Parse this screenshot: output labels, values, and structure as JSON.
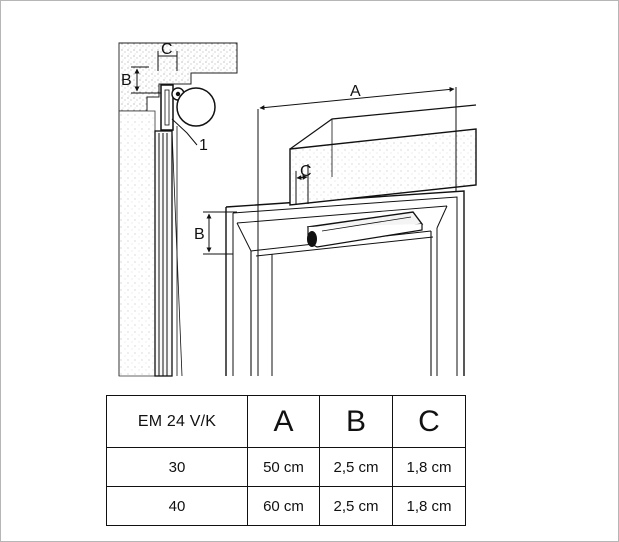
{
  "diagram": {
    "labels": {
      "a": "A",
      "b_side": "B",
      "c_side": "C",
      "part_number": "1",
      "b_front": "B",
      "c_front": "C"
    }
  },
  "table": {
    "header": {
      "model": "EM 24 V/K",
      "a": "A",
      "b": "B",
      "c": "C"
    },
    "rows": [
      {
        "model": "30",
        "a": "50 cm",
        "b": "2,5 cm",
        "c": "1,8 cm"
      },
      {
        "model": "40",
        "a": "60 cm",
        "b": "2,5 cm",
        "c": "1,8 cm"
      }
    ]
  }
}
